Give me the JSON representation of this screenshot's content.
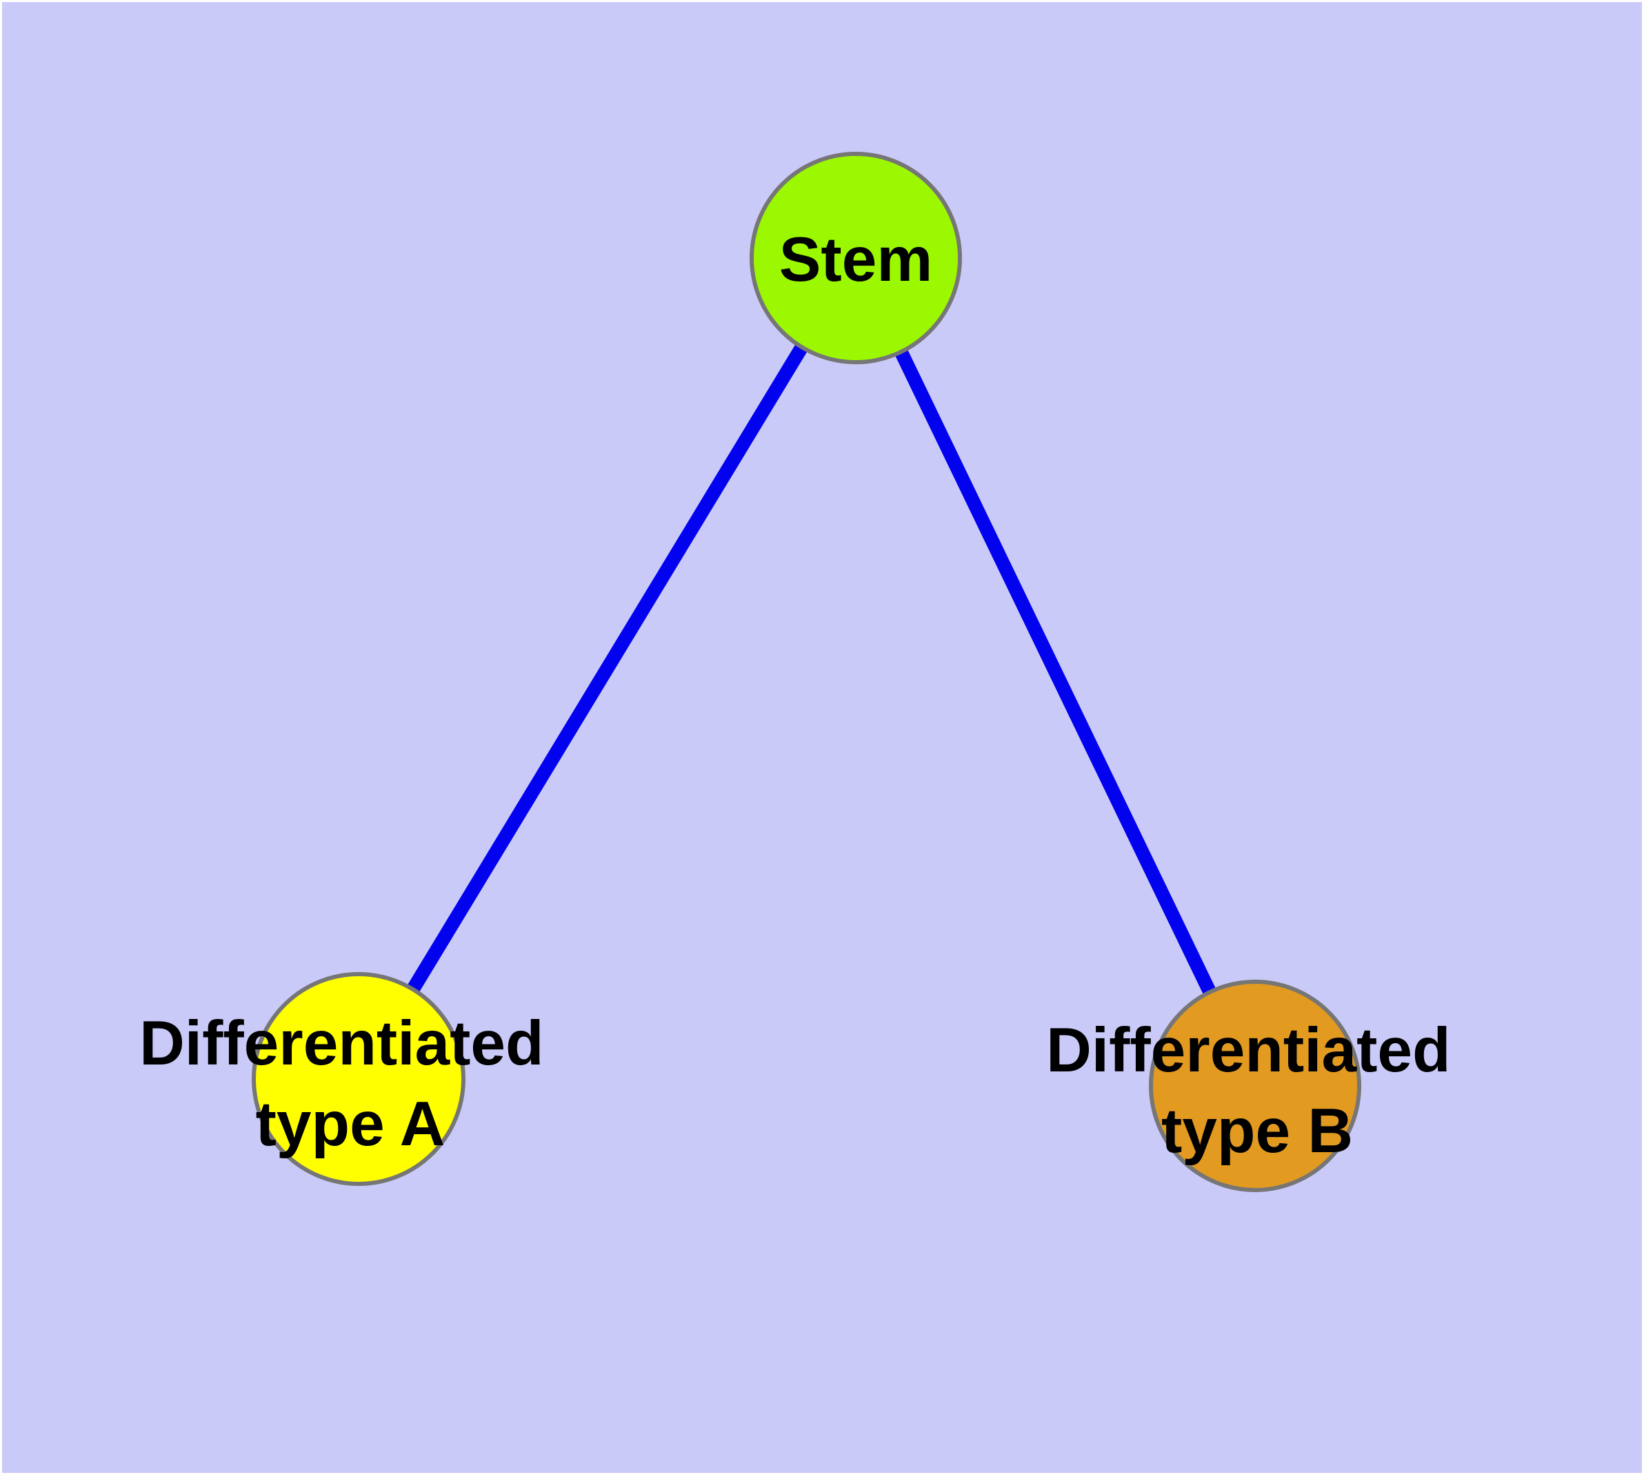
{
  "diagram": {
    "title": "",
    "type": "graph",
    "colors": {
      "page_background": "#ffffff",
      "surface_background": "#CACAF9",
      "node_border": "#767676",
      "edge": "#0202EE",
      "label_text": "#000000",
      "stem_fill": "#9BF800",
      "type_a_fill": "#FFFF00",
      "type_b_fill": "#E29A20"
    },
    "nodes": {
      "stem": {
        "label": "Stem",
        "fill": "#9BF800"
      },
      "type_a": {
        "label_line1": "Differentiated",
        "label_line2": "type A",
        "fill": "#FFFF00"
      },
      "type_b": {
        "label_line1": "Differentiated",
        "label_line2": "type B",
        "fill": "#E29A20"
      }
    },
    "edges": [
      {
        "from": "Stem",
        "to": "Differentiated type A",
        "color": "#0202EE"
      },
      {
        "from": "Stem",
        "to": "Differentiated type B",
        "color": "#0202EE"
      }
    ]
  }
}
